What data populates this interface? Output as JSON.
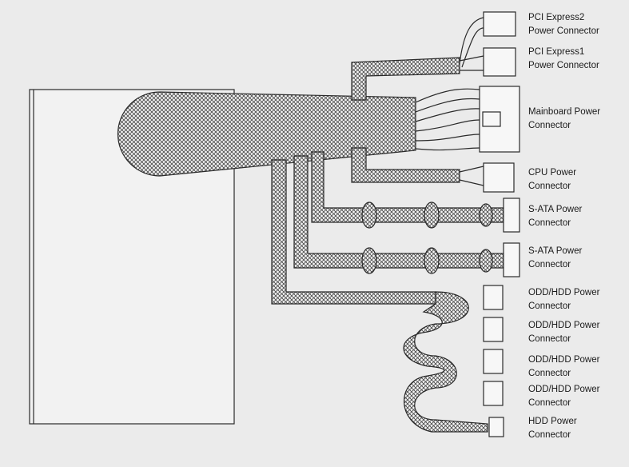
{
  "diagram": {
    "connectors": [
      {
        "line1": "PCI Express2",
        "line2": "Power Connector"
      },
      {
        "line1": "PCI Express1",
        "line2": "Power Connector"
      },
      {
        "line1": "Mainboard Power",
        "line2": "Connector"
      },
      {
        "line1": "CPU Power",
        "line2": "Connector"
      },
      {
        "line1": "S-ATA Power",
        "line2": "Connector"
      },
      {
        "line1": "S-ATA Power",
        "line2": "Connector"
      },
      {
        "line1": "ODD/HDD Power",
        "line2": "Connector"
      },
      {
        "line1": "ODD/HDD Power",
        "line2": "Connector"
      },
      {
        "line1": "ODD/HDD Power",
        "line2": "Connector"
      },
      {
        "line1": "ODD/HDD Power",
        "line2": "Connector"
      },
      {
        "line1": "HDD Power",
        "line2": "Connector"
      }
    ],
    "colors": {
      "line": "#2a2a2a",
      "background": "#ebebeb"
    }
  }
}
